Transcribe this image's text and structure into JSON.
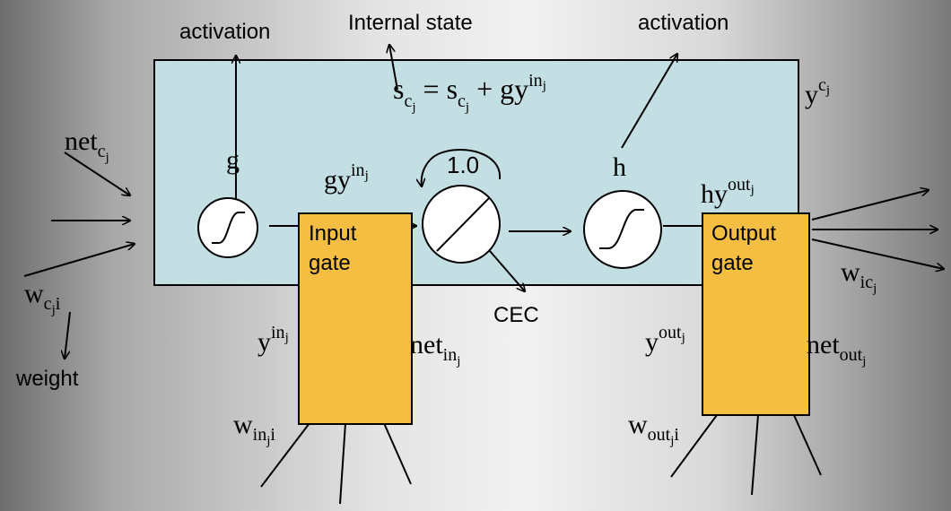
{
  "labels": {
    "activation_left": "activation",
    "internal_state": "Internal state",
    "activation_right": "activation",
    "cec": "CEC",
    "weight": "weight",
    "self_weight": "1.0",
    "input_gate_line1": "Input",
    "input_gate_line2": "gate",
    "output_gate_line1": "Output",
    "output_gate_line2": "gate"
  },
  "math": {
    "state_eq": {
      "s1": "s",
      "c1": "c",
      "j1": "j",
      "eq": " = s",
      "c2": "c",
      "j2": "j",
      "plus": " + gy",
      "in": "in",
      "j3": "j"
    },
    "net_cj": {
      "base": "net",
      "c": "c",
      "j": "j"
    },
    "w_cji": {
      "base": "w",
      "c": "c",
      "j": "j",
      "i": "i"
    },
    "g": "g",
    "gy_inj": {
      "base": "gy",
      "in": "in",
      "j": "j"
    },
    "h": "h",
    "hy_outj": {
      "base": "hy",
      "out": "out",
      "j": "j"
    },
    "y_cj": {
      "base": "y",
      "c": "c",
      "j": "j"
    },
    "w_icj": {
      "base": "w",
      "ic": "ic",
      "j": "j"
    },
    "y_inj": {
      "base": "y",
      "in": "in",
      "j": "j"
    },
    "net_inj": {
      "base": "net",
      "in": "in",
      "j": "j"
    },
    "y_outj": {
      "base": "y",
      "out": "out",
      "j": "j"
    },
    "net_outj": {
      "base": "net",
      "out": "out",
      "j": "j"
    },
    "w_inji": {
      "base": "w",
      "in": "in",
      "j": "j",
      "i": "i"
    },
    "w_outji": {
      "base": "w",
      "out": "out",
      "j": "j",
      "i": "i"
    }
  },
  "colors": {
    "cell_fill": "#c4dfe3",
    "gate_fill": "#f4be43",
    "unit_fill": "#ffffff",
    "line": "#000000"
  },
  "icons": {
    "squash_unit": "sigmoid-curve-icon",
    "cec_unit": "diagonal-slash-icon"
  }
}
